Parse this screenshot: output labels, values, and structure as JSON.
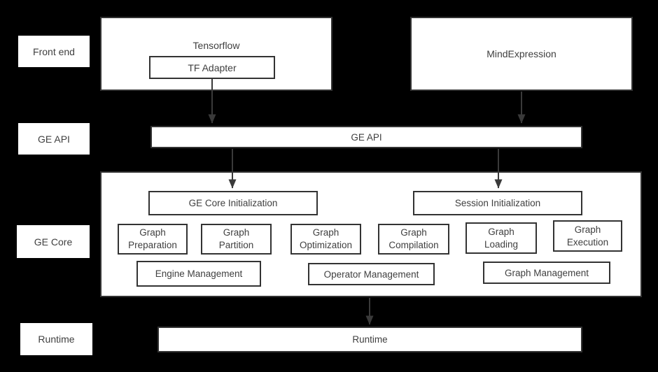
{
  "theme": {
    "background": "#000000",
    "box_fill": "#ffffff",
    "border_color": "#333333",
    "text_color": "#3f3f3f",
    "arrow_color": "#3a3a3a"
  },
  "row_labels": [
    {
      "label": "Front end"
    },
    {
      "label": "GE API"
    },
    {
      "label": "GE Core"
    },
    {
      "label": "Runtime"
    }
  ],
  "front_end": {
    "tensorflow_label": "Tensorflow",
    "tf_adapter_label": "TF Adapter",
    "mind_expression_label": "MindExpression"
  },
  "ge_api_bar": {
    "label": "GE API"
  },
  "ge_core": {
    "ge_core_init_label": "GE Core Initialization",
    "session_init_label": "Session Initialization",
    "stage_boxes": [
      {
        "line1": "Graph",
        "line2": "Preparation"
      },
      {
        "line1": "Graph",
        "line2": "Partition"
      },
      {
        "line1": "Graph",
        "line2": "Optimization"
      },
      {
        "line1": "Graph",
        "line2": "Compilation"
      },
      {
        "line1": "Graph",
        "line2": "Loading"
      },
      {
        "line1": "Graph",
        "line2": "Execution"
      }
    ],
    "management_boxes": [
      {
        "label": "Engine Management"
      },
      {
        "label": "Operator Management"
      },
      {
        "label": "Graph Management"
      }
    ]
  },
  "runtime_bar": {
    "label": "Runtime"
  }
}
